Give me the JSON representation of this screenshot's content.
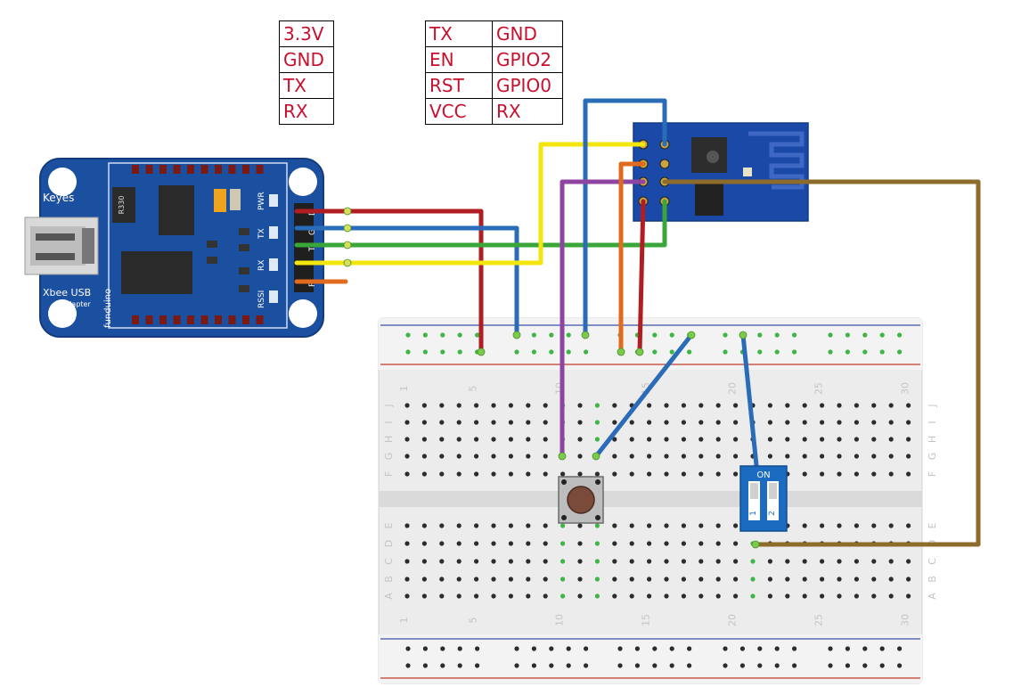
{
  "usb_adapter_pins": [
    "3.3V",
    "GND",
    "TX",
    "RX"
  ],
  "esp_pins": [
    [
      "TX",
      "GND"
    ],
    [
      "EN",
      "GPIO2"
    ],
    [
      "RST",
      "GPIO0"
    ],
    [
      "VCC",
      "RX"
    ]
  ],
  "adapter": {
    "brand": "Keyes",
    "name": "Xbee USB",
    "subtitle": "Adapter",
    "maker": "funduino",
    "chip": "R330",
    "led_labels": [
      "PWR",
      "TX",
      "RX",
      "RSSI"
    ],
    "header_letters": [
      "D",
      "G",
      "T",
      "R"
    ]
  },
  "breadboard": {
    "row_letters_top": [
      "J",
      "I",
      "H",
      "G",
      "F"
    ],
    "row_letters_bottom": [
      "E",
      "D",
      "C",
      "B",
      "A"
    ],
    "column_numbers": [
      "1",
      "5",
      "10",
      "15",
      "20",
      "25",
      "30"
    ]
  },
  "dip_switch": {
    "label": "ON",
    "positions": [
      "1",
      "2"
    ]
  },
  "colors": {
    "label_red": "#c8102e",
    "wire_red": "#b01e23",
    "wire_blue": "#2b6cb8",
    "wire_green": "#3aa538",
    "wire_yellow": "#f2e60e",
    "wire_purple": "#8e44a0",
    "wire_orange": "#e06a1d",
    "wire_brown": "#8d6b2a",
    "board_blue": "#1b4fa0",
    "esp_blue": "#1a49a8",
    "breadboard": "#ececec"
  }
}
